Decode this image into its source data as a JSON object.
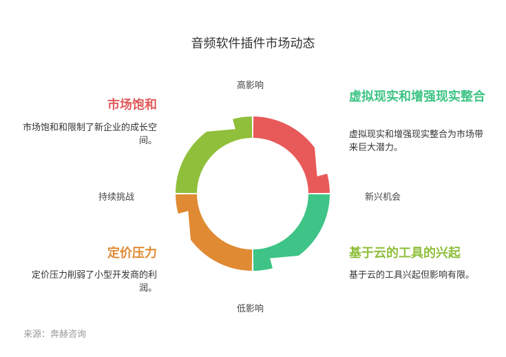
{
  "title": "音频软件插件市场动态",
  "axes": {
    "top": "高影响",
    "bottom": "低影响",
    "left": "持续挑战",
    "right": "新兴机会"
  },
  "quadrants": {
    "top_left": {
      "title": "市场饱和",
      "description": "市场饱和和限制了新企业的成长空间。",
      "color": "#e05a5a"
    },
    "top_right": {
      "title": "虚拟现实和增强现实整合",
      "description": "虚拟现实和增强现实整合为市场带来巨大潜力。",
      "color": "#3dc484"
    },
    "bottom_left": {
      "title": "定价压力",
      "description": "定价压力削弱了小型开发商的利润。",
      "color": "#e08a33"
    },
    "bottom_right": {
      "title": "基于云的工具的兴起",
      "description": "基于云的工具兴起但影响有限。",
      "color": "#8fbf3b"
    }
  },
  "cycle_colors": {
    "top_right": "#e85a5a",
    "bottom_right": "#3ec486",
    "bottom_left": "#e08a33",
    "top_left": "#8fbf3b"
  },
  "source": "来源：奔赫咨询"
}
